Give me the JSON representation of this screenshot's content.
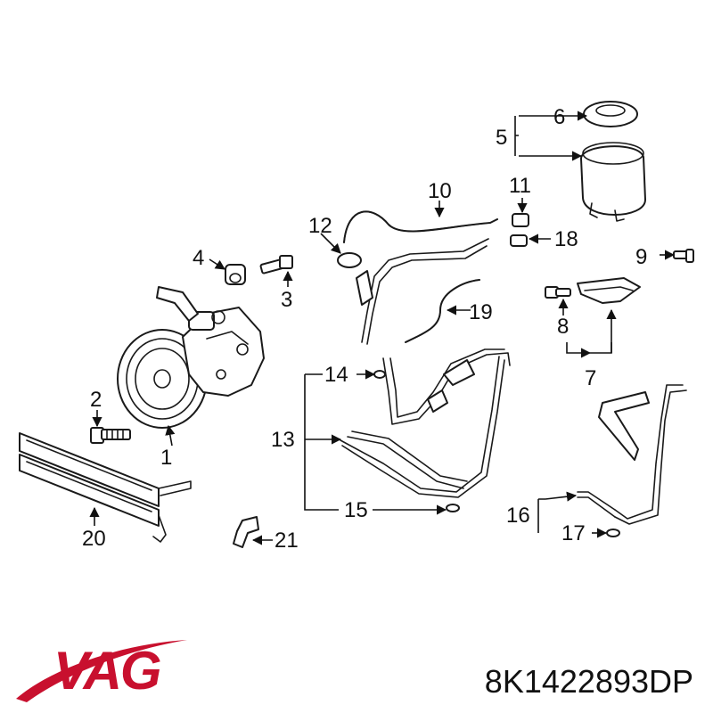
{
  "callouts": {
    "c1": "1",
    "c2": "2",
    "c3": "3",
    "c4": "4",
    "c5": "5",
    "c6": "6",
    "c7": "7",
    "c8": "8",
    "c9": "9",
    "c10": "10",
    "c11": "11",
    "c12": "12",
    "c13": "13",
    "c14": "14",
    "c15": "15",
    "c16": "16",
    "c17": "17",
    "c18": "18",
    "c19": "19",
    "c20": "20",
    "c21": "21"
  },
  "brand": {
    "logo_text": "VAG",
    "color": "#c8102e"
  },
  "part_number": "8K1422893DP"
}
